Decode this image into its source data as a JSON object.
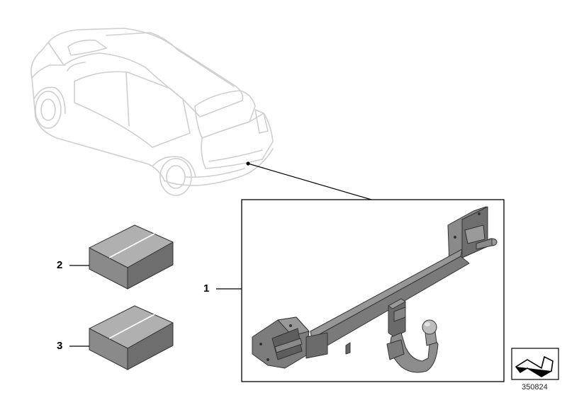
{
  "callouts": {
    "hitch": "1",
    "box_upper": "2",
    "box_lower": "3"
  },
  "document_number": "350824",
  "icons": {
    "car": "vehicle-outline-icon",
    "hitch": "tow-hitch-icon",
    "box": "parts-box-icon",
    "corner": "folded-arrow-symbol-icon"
  },
  "colors": {
    "car_outline": "#cfcfcf",
    "part_fill": "#7a7a7a",
    "part_dark": "#555555",
    "box_top": "#a8a8a8",
    "box_side": "#7c7c7c",
    "line": "#000000"
  }
}
